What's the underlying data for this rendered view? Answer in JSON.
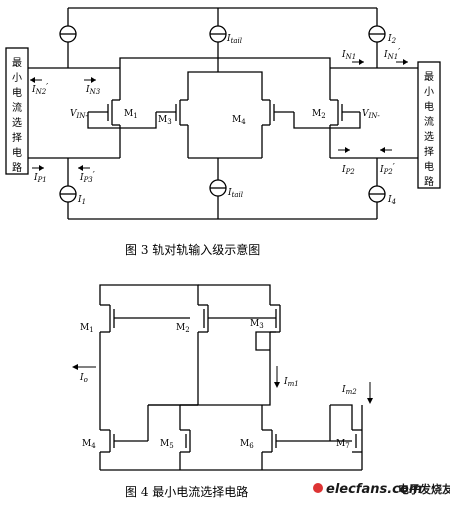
{
  "fig3": {
    "caption": "图 3   轨对轨输入级示意图",
    "left_box_chars": [
      "最",
      "小",
      "电",
      "流",
      "选",
      "择",
      "电",
      "路"
    ],
    "right_box_chars": [
      "最",
      "小",
      "电",
      "流",
      "选",
      "择",
      "电",
      "路"
    ],
    "labels": {
      "itail_top": "I",
      "itail_top_sub": "tail",
      "i2": "I",
      "i2_sub": "2",
      "in1": "I",
      "in1_sub": "N1",
      "in1p": "I",
      "in1p_sub": "N1",
      "in1p_mark": "′",
      "in2p": "I",
      "in2p_sub": "N2",
      "in2p_mark": "′",
      "in3": "I",
      "in3_sub": "N3",
      "m1": "M",
      "m1_sub": "1",
      "m2": "M",
      "m2_sub": "2",
      "m3": "M",
      "m3_sub": "3",
      "m4": "M",
      "m4_sub": "4",
      "vin_left": "V",
      "vin_left_sub": "IN-",
      "vin_right": "V",
      "vin_right_sub": "IN-",
      "ip1": "I",
      "ip1_sub": "P1",
      "ip3p": "I",
      "ip3p_sub": "P3",
      "ip3p_mark": "′",
      "i1": "I",
      "i1_sub": "1",
      "itail_bot": "I",
      "itail_bot_sub": "tail",
      "ip2": "I",
      "ip2_sub": "P2",
      "ip2p": "I",
      "ip2p_sub": "P2",
      "ip2p_mark": "′",
      "i4": "I",
      "i4_sub": "4"
    }
  },
  "fig4": {
    "caption": "图 4   最小电流选择电路",
    "labels": {
      "m1": "M",
      "m1_sub": "1",
      "m2": "M",
      "m2_sub": "2",
      "m3": "M",
      "m3_sub": "3",
      "io": "I",
      "io_sub": "o",
      "im1": "I",
      "im1_sub": "m1",
      "im2": "I",
      "im2_sub": "m2",
      "m4": "M",
      "m4_sub": "4",
      "m5": "M",
      "m5_sub": "5",
      "m6": "M",
      "m6_sub": "6",
      "m7": "M",
      "m7_sub": "7"
    }
  },
  "watermark": {
    "brand": "elecfans.com",
    "cn": "电子发烧友"
  }
}
